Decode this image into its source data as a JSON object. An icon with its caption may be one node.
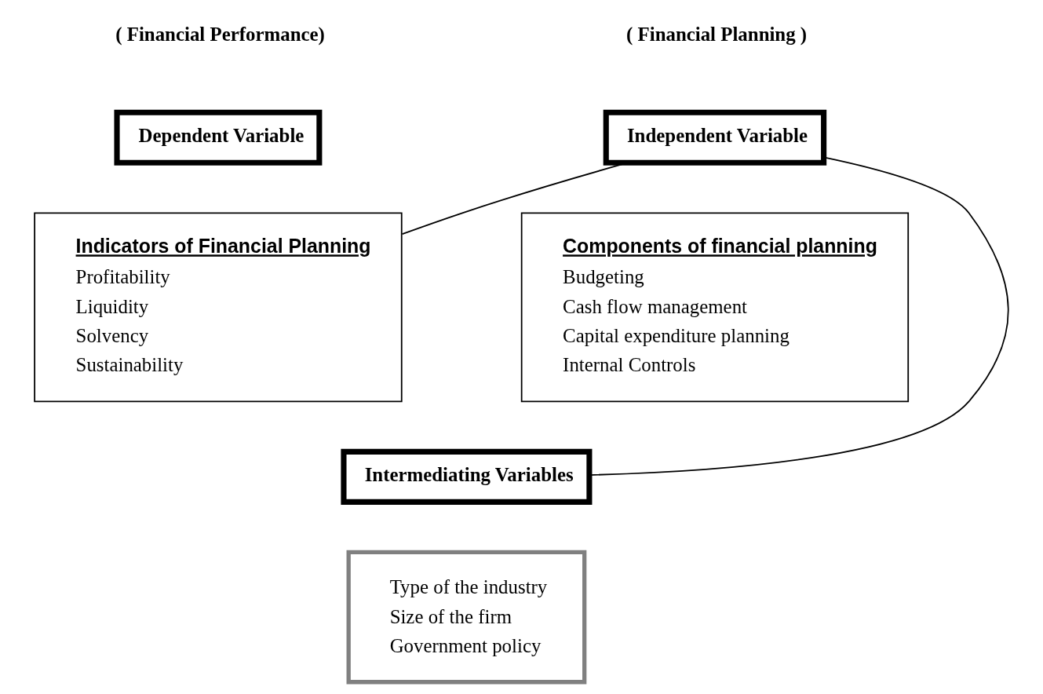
{
  "diagram": {
    "nodes": [
      {
        "text": [
          "Independent Variable"
        ]
      },
      {
        "text": [
          "Components of financial planning",
          "Budgeting",
          "Cash flow management",
          "Capital expenditure planning",
          "Internal Controls"
        ]
      },
      {
        "text": [
          "Dependent Variable"
        ]
      },
      {
        "text": [
          "Indicators of Financial Planning",
          "Profitability",
          "Liquidity",
          "Solvency",
          "Sustainability"
        ]
      },
      {
        "text": [
          "Intermediating Variables"
        ]
      },
      {
        "text": [
          "Type of the industry",
          "Size of the firm",
          "Government policy"
        ]
      }
    ],
    "edges": [
      {
        "from": 0,
        "to": 3,
        "arrow": "none"
      },
      {
        "from": 0,
        "to": 4,
        "arrow": "none"
      }
    ],
    "labels": [
      "( Financial Planning )",
      "( Financial Performance)"
    ]
  }
}
